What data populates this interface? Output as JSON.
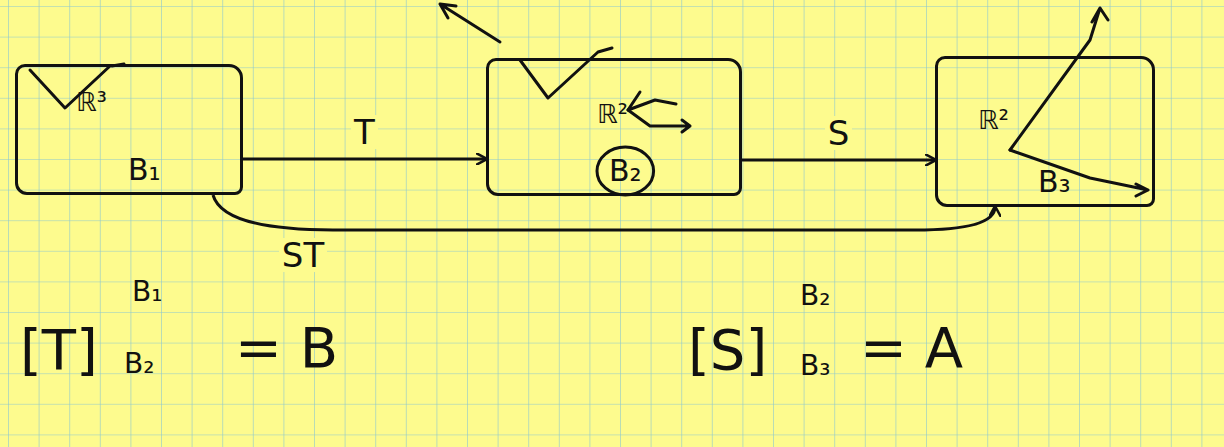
{
  "diagram": {
    "nodes": [
      {
        "text": [
          "ℝ³",
          "B₁"
        ]
      },
      {
        "text": [
          "ℝ²",
          "B₂"
        ]
      },
      {
        "text": [
          "ℝ²",
          "B₃"
        ]
      }
    ],
    "edges": [
      {
        "from": 0,
        "to": 1,
        "arrow": "to",
        "label": "T"
      },
      {
        "from": 1,
        "to": 2,
        "arrow": "to",
        "label": "S"
      },
      {
        "from": 0,
        "to": 2,
        "arrow": "to",
        "label": "ST"
      }
    ],
    "labels": [
      "[T]",
      "B₁",
      "B₂",
      "= B",
      "[S]",
      "B₂",
      "B₃",
      "= A"
    ]
  }
}
